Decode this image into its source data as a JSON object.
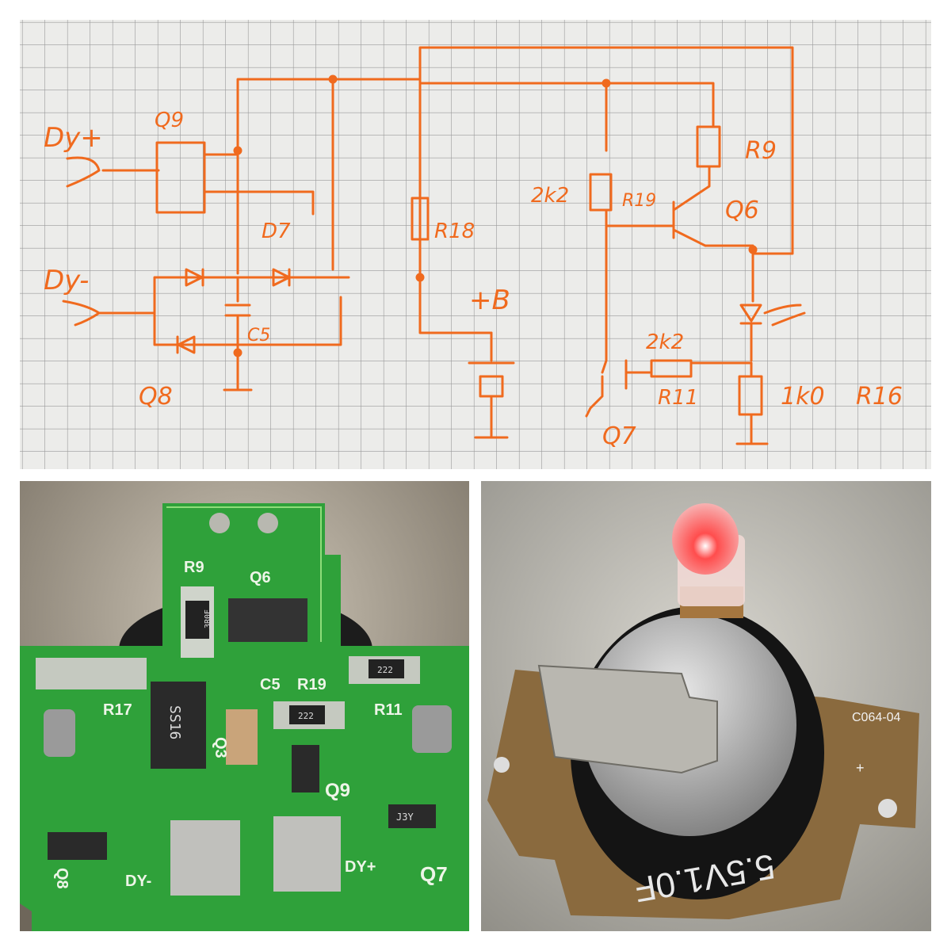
{
  "colors": {
    "ink": "#f06a1e",
    "paper": "#ececea",
    "grid": "#9a9a9a",
    "pcb": "#2fa13a",
    "led": "#ff6f6f"
  },
  "schematic": {
    "labels": {
      "dy_plus": "Dy+",
      "dy_minus": "Dy-",
      "q9": "Q9",
      "d7": "D7",
      "q8": "Q8",
      "c5": "C5",
      "r18": "R18",
      "plus_b": "+B",
      "r19_value": "2k2",
      "r19": "R19",
      "r9": "R9",
      "q6": "Q6",
      "r11_value": "2k2",
      "r11": "R11",
      "r16_value": "1k0",
      "r16": "R16",
      "q7": "Q7"
    }
  },
  "pcb_photo": {
    "silkscreen": {
      "r9": "R9",
      "q6": "Q6",
      "c5": "C5",
      "r19": "R19",
      "r17": "R17",
      "r11": "R11",
      "q3": "Q3",
      "q9": "Q9",
      "q7": "Q7",
      "q8": "Q8",
      "dy_minus": "DY-",
      "dy_plus": "DY+"
    },
    "markings": {
      "r9": "3R0E",
      "r11": "222",
      "r19": "222",
      "diode": "SS16",
      "q7": "J3Y"
    }
  },
  "led_photo": {
    "board_label": "C064-04",
    "plus_mark": "+",
    "capacitor_marking": "5.5V1.0F"
  }
}
